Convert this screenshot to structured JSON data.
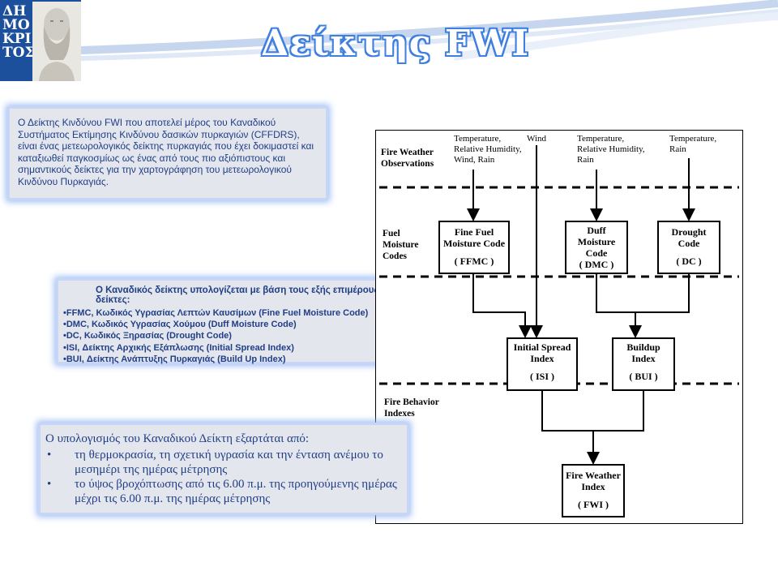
{
  "header": {
    "title": "Δείκτης FWI",
    "logo_text": "ΔΗ\nΜΟ\nΚΡΙ\nΤΟΣ"
  },
  "intro": {
    "text": "Ο Δείκτης Κινδύνου FWI που αποτελεί μέρος του Καναδικού Συστήματος Εκτίμησης Κινδύνου δασικών πυρκαγιών (CFFDRS), είναι ένας μετεωρολογικός δείκτης πυρκαγιάς που έχει δοκιμαστεί και καταξιωθεί παγκοσμίως ως ένας από τους πιο αξιόπιστους και σημαντικούς δείκτες για την χαρτογράφηση του μετεωρολογικού Κινδύνου Πυρκαγιάς."
  },
  "subindices": {
    "heading": "Ο Καναδικός δείκτης υπολογίζεται με βάση τους εξής επιμέρους δείκτες:",
    "items": [
      "•FFMC, Κωδικός Υγρασίας Λεπτών Καυσίμων (Fine Fuel Moisture Code)",
      "•DMC, Κωδικός Υγρασίας Χούμου (Duff Moisture Code)",
      "•DC, Κωδικός Ξηρασίας (Drought Code)",
      "•ISI, Δείκτης Αρχικής Εξάπλωσης (Initial Spread Index)",
      "•BUI, Δείκτης Ανάπτυξης Πυρκαγιάς (Build Up Index)"
    ]
  },
  "dependencies": {
    "heading": "Ο υπολογισμός του Καναδικού Δείκτη εξαρτάται από:",
    "bullet": "•",
    "items": [
      "τη θερμοκρασία, τη σχετική υγρασία και την ένταση ανέμου το μεσημέρι της ημέρας μέτρησης",
      "το ύψος βροχόπτωσης από τις 6.00 π.μ. της προηγούμενης ημέρας μέχρι τις 6.00 π.μ. της ημέρας μέτρησης"
    ]
  },
  "diagram": {
    "section_observations": "Fire Weather Observations",
    "section_codes": "Fuel Moisture Codes",
    "section_indexes": "Fire Behavior Indexes",
    "inputs": {
      "ffmc_inputs": "Temperature, Relative Humidity, Wind, Rain",
      "wind": "Wind",
      "dmc_inputs": "Temperature, Relative Humidity, Rain",
      "dc_inputs": "Temperature, Rain"
    },
    "nodes": {
      "ffmc_name": "Fine Fuel Moisture Code",
      "ffmc_abbr": "( FFMC )",
      "dmc_name": "Duff Moisture Code",
      "dmc_abbr": "( DMC )",
      "dc_name": "Drought Code",
      "dc_abbr": "( DC )",
      "isi_name": "Initial Spread Index",
      "isi_abbr": "( ISI )",
      "bui_name": "Buildup Index",
      "bui_abbr": "( BUI )",
      "fwi_name": "Fire Weather Index",
      "fwi_abbr": "( FWI )"
    }
  }
}
